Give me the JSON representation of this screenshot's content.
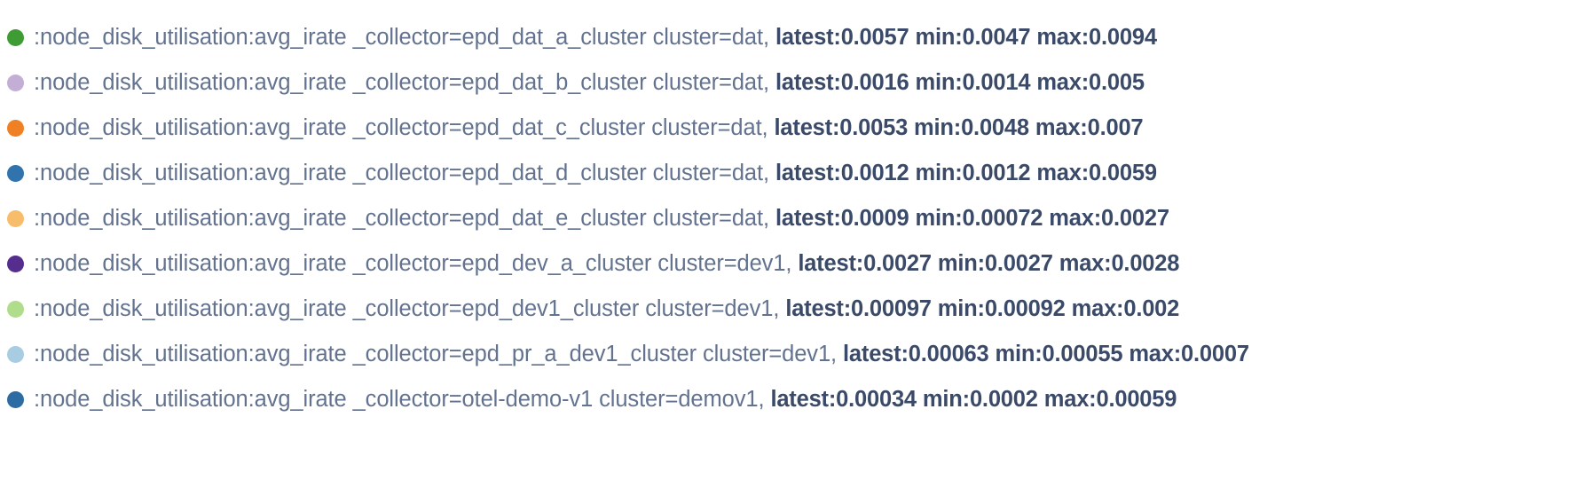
{
  "panel": {
    "type": "timeseries-legend",
    "metric_text_color": "#63738f",
    "stats_text_color": "#3a4a68",
    "background_color": "#ffffff",
    "stat_keys": [
      "latest",
      "min",
      "max"
    ]
  },
  "legend": {
    "rows": [
      {
        "color": "#3f9c35",
        "metric": ":node_disk_utilisation:avg_irate _collector=epd_dat_a_cluster cluster=dat,",
        "collector": "epd_dat_a_cluster",
        "cluster": "dat",
        "latest": "latest:0.0057",
        "min": "min:0.0047",
        "max": "max:0.0094",
        "latest_value": 0.0057,
        "min_value": 0.0047,
        "max_value": 0.0094
      },
      {
        "color": "#c3aed6",
        "metric": ":node_disk_utilisation:avg_irate _collector=epd_dat_b_cluster cluster=dat,",
        "collector": "epd_dat_b_cluster",
        "cluster": "dat",
        "latest": "latest:0.0016",
        "min": "min:0.0014",
        "max": "max:0.005",
        "latest_value": 0.0016,
        "min_value": 0.0014,
        "max_value": 0.005
      },
      {
        "color": "#ef8023",
        "metric": ":node_disk_utilisation:avg_irate _collector=epd_dat_c_cluster cluster=dat,",
        "collector": "epd_dat_c_cluster",
        "cluster": "dat",
        "latest": "latest:0.0053",
        "min": "min:0.0048",
        "max": "max:0.007",
        "latest_value": 0.0053,
        "min_value": 0.0048,
        "max_value": 0.007
      },
      {
        "color": "#3173ad",
        "metric": ":node_disk_utilisation:avg_irate _collector=epd_dat_d_cluster cluster=dat,",
        "collector": "epd_dat_d_cluster",
        "cluster": "dat",
        "latest": "latest:0.0012",
        "min": "min:0.0012",
        "max": "max:0.0059",
        "latest_value": 0.0012,
        "min_value": 0.0012,
        "max_value": 0.0059
      },
      {
        "color": "#f8bd6a",
        "metric": ":node_disk_utilisation:avg_irate _collector=epd_dat_e_cluster cluster=dat,",
        "collector": "epd_dat_e_cluster",
        "cluster": "dat",
        "latest": "latest:0.0009",
        "min": "min:0.00072",
        "max": "max:0.0027",
        "latest_value": 0.0009,
        "min_value": 0.00072,
        "max_value": 0.0027
      },
      {
        "color": "#552d8f",
        "metric": ":node_disk_utilisation:avg_irate _collector=epd_dev_a_cluster cluster=dev1,",
        "collector": "epd_dev_a_cluster",
        "cluster": "dev1",
        "latest": "latest:0.0027",
        "min": "min:0.0027",
        "max": "max:0.0028",
        "latest_value": 0.0027,
        "min_value": 0.0027,
        "max_value": 0.0028
      },
      {
        "color": "#b0dd8c",
        "metric": ":node_disk_utilisation:avg_irate _collector=epd_dev1_cluster cluster=dev1,",
        "collector": "epd_dev1_cluster",
        "cluster": "dev1",
        "latest": "latest:0.00097",
        "min": "min:0.00092",
        "max": "max:0.002",
        "latest_value": 0.00097,
        "min_value": 0.00092,
        "max_value": 0.002
      },
      {
        "color": "#a8cde3",
        "metric": ":node_disk_utilisation:avg_irate _collector=epd_pr_a_dev1_cluster cluster=dev1,",
        "collector": "epd_pr_a_dev1_cluster",
        "cluster": "dev1",
        "latest": "latest:0.00063",
        "min": "min:0.00055",
        "max": "max:0.0007",
        "latest_value": 0.00063,
        "min_value": 0.00055,
        "max_value": 0.0007
      },
      {
        "color": "#2d6ca2",
        "metric": ":node_disk_utilisation:avg_irate _collector=otel-demo-v1 cluster=demov1,",
        "collector": "otel-demo-v1",
        "cluster": "demov1",
        "latest": "latest:0.00034",
        "min": "min:0.0002",
        "max": "max:0.00059",
        "latest_value": 0.00034,
        "min_value": 0.0002,
        "max_value": 0.00059
      }
    ]
  }
}
